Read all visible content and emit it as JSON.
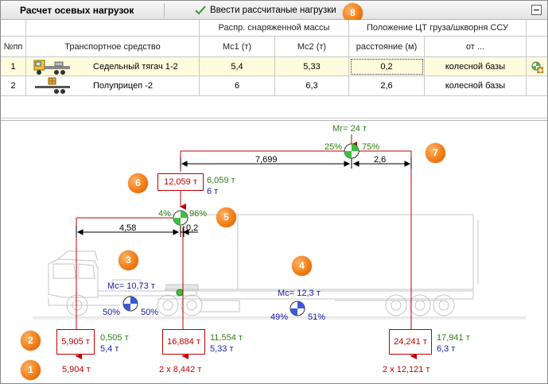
{
  "toolbar": {
    "title": "Расчет осевых нагрузок",
    "enter_button": "Ввести рассчитаные нагрузки"
  },
  "badges": {
    "b1": "1",
    "b2": "2",
    "b3": "3",
    "b4": "4",
    "b5": "5",
    "b6": "6",
    "b7": "7",
    "b8": "8"
  },
  "table": {
    "group_headers": [
      "Распр. снаряженной массы",
      "Положение ЦТ груза/шкворня ССУ"
    ],
    "headers": [
      "№пп",
      "Транспортное средство",
      "Mc1 (т)",
      "Mc2 (т)",
      "расстояние (м)",
      "от ..."
    ],
    "rows": [
      [
        "1",
        "Седельный тягач 1-2",
        "5,4",
        "5,33",
        "0,2",
        "колесной базы"
      ],
      [
        "2",
        "Полуприцеп -2",
        "6",
        "6,3",
        "2,6",
        "колесной базы"
      ]
    ]
  },
  "diagram": {
    "mg_label": "Мг= 24 т",
    "mg_left_pct": "25%",
    "mg_right_pct": "75%",
    "dim_7699": "7,699",
    "dim_26": "2,6",
    "kingpin_box": "12,059 т",
    "kingpin_green": "6,059 т",
    "kingpin_blue": "6 т",
    "kp_left_pct": "4%",
    "kp_right_pct": "96%",
    "dim_458": "4,58",
    "dim_02": "0,2",
    "mc1_label": "Мс= 10,73 т",
    "mc1_left_pct": "50%",
    "mc1_right_pct": "50%",
    "mc2_label": "Мс= 12,3 т",
    "mc2_left_pct": "49%",
    "mc2_right_pct": "51%",
    "axle1_box": "5,905 т",
    "axle1_green": "0,505 т",
    "axle1_blue": "5,4 т",
    "axle1_total": "5,904 т",
    "axle2_box": "16,884 т",
    "axle2_green": "11,554 т",
    "axle2_blue": "5,33 т",
    "axle2_total": "2 x 8,442 т",
    "axle3_box": "24,241 т",
    "axle3_green": "17,941 т",
    "axle3_blue": "6,3 т",
    "axle3_total": "2 x 12,121 т"
  },
  "colors": {
    "accent_orange": "#f07a10",
    "load_red": "#c00000",
    "green": "#2e7d14",
    "blue": "#1a1aa0"
  }
}
